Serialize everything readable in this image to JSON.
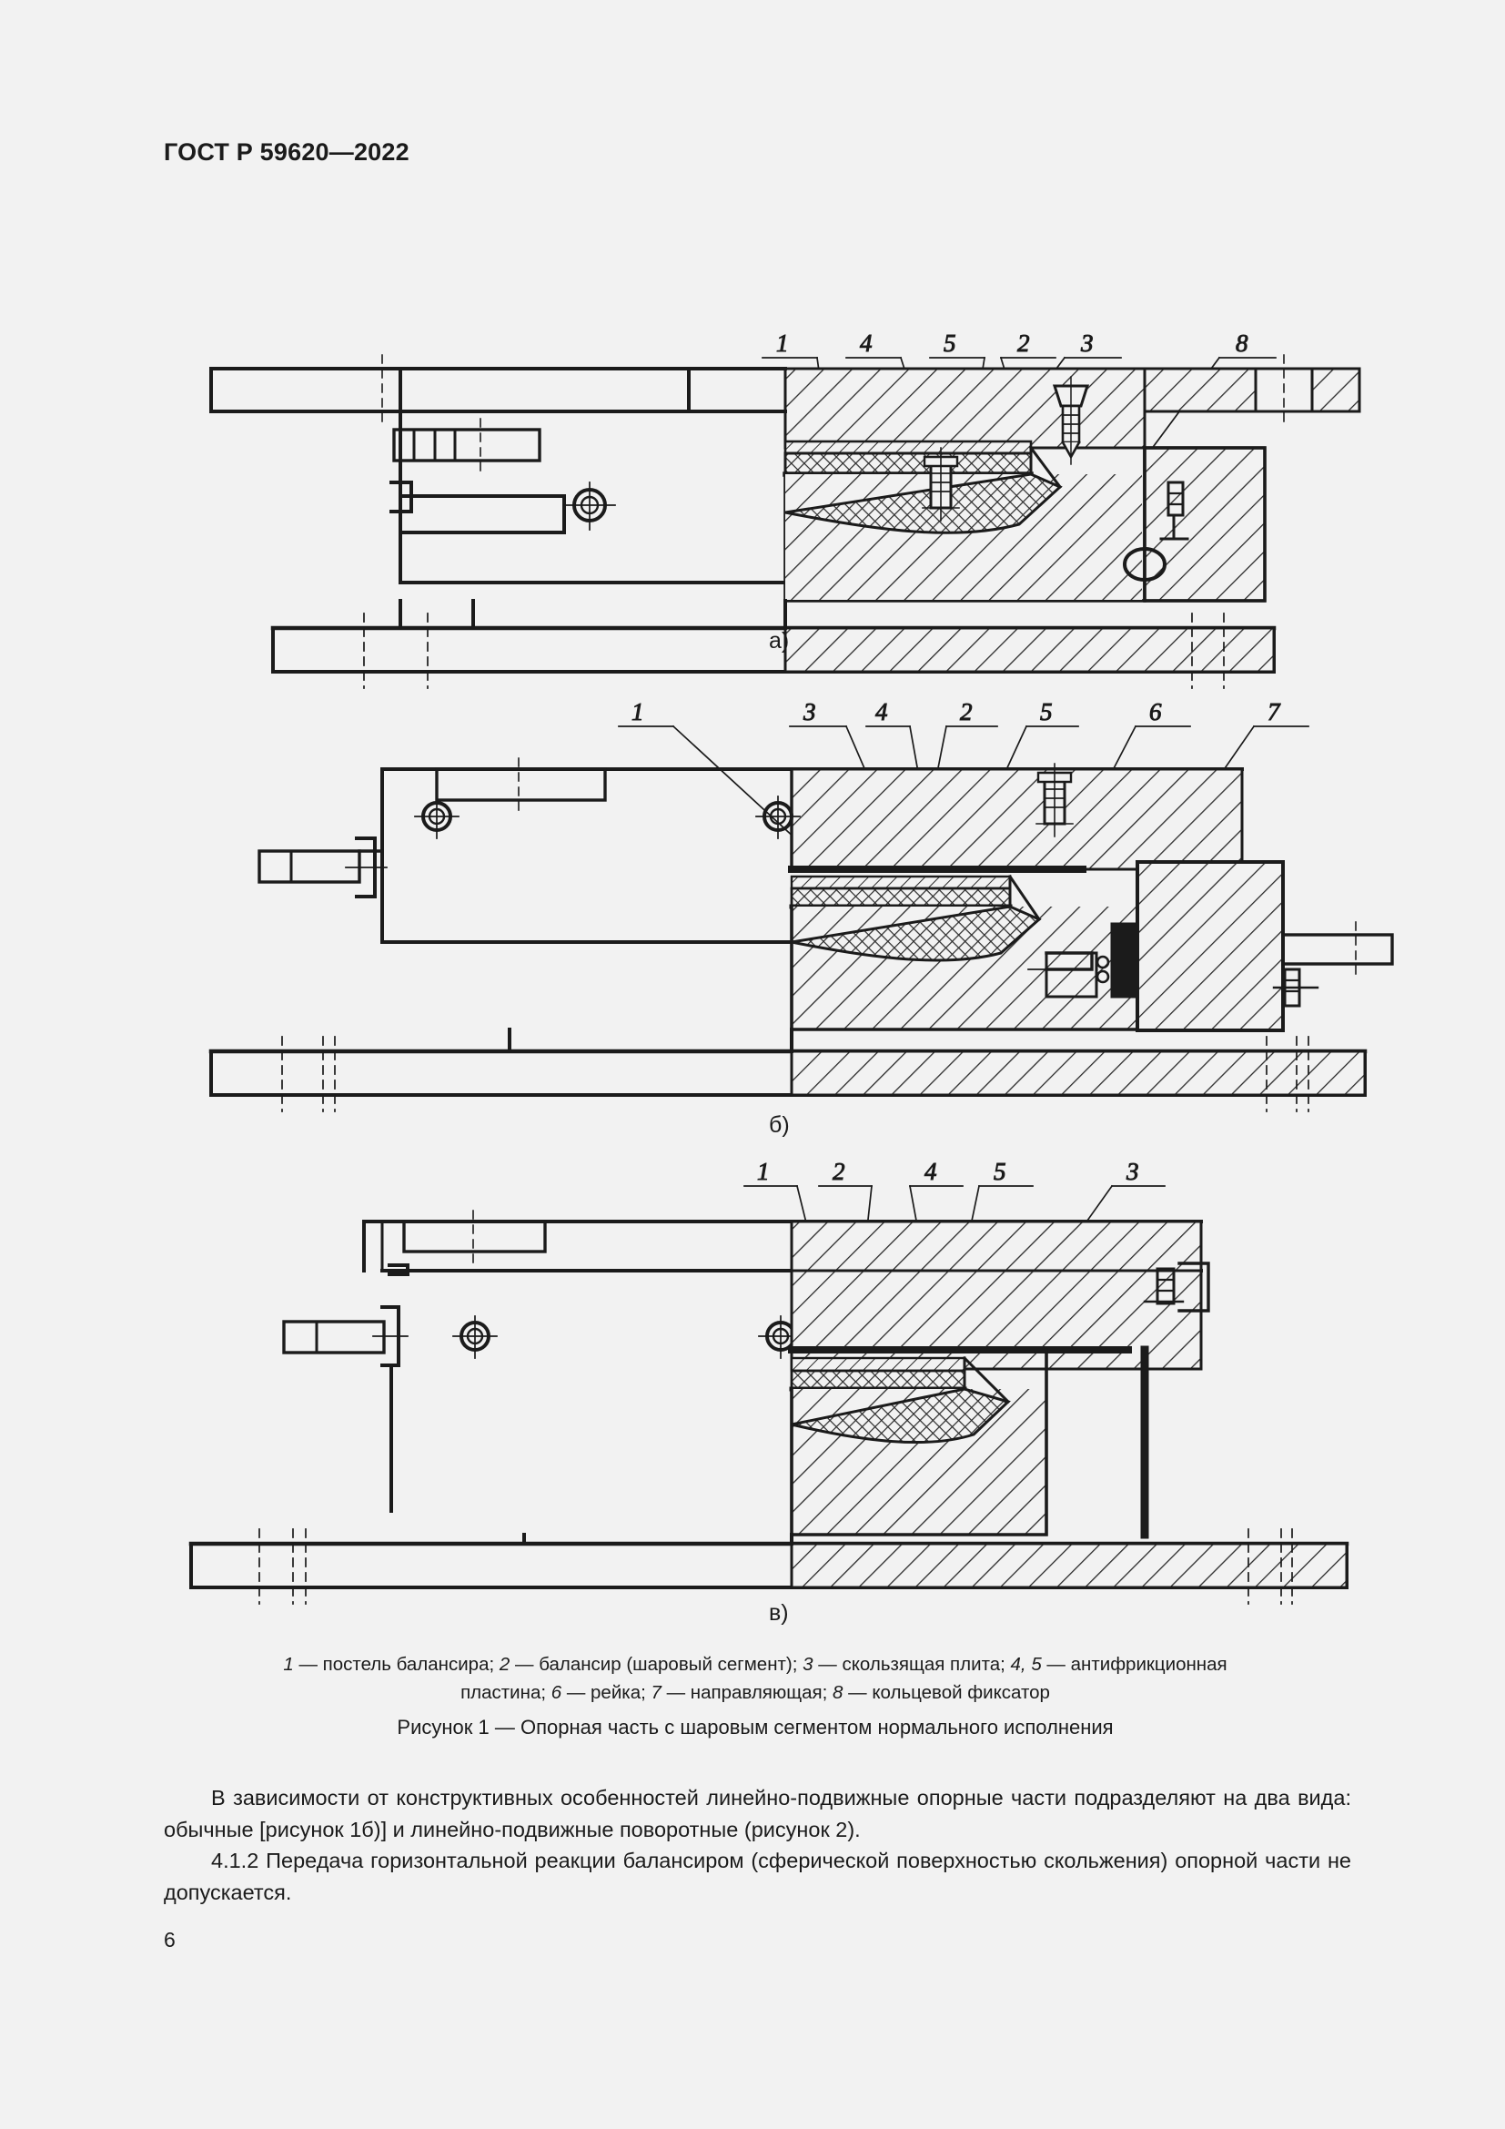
{
  "document": {
    "header": "ГОСТ Р 59620—2022",
    "page_number": "6"
  },
  "figure": {
    "panels": [
      {
        "id": "a",
        "label": "а)",
        "callouts": [
          "1",
          "4",
          "5",
          "2",
          "3",
          "8"
        ]
      },
      {
        "id": "b",
        "label": "б)",
        "callouts": [
          "1",
          "3",
          "4",
          "2",
          "5",
          "6",
          "7"
        ]
      },
      {
        "id": "c",
        "label": "в)",
        "callouts": [
          "1",
          "2",
          "4",
          "5",
          "3"
        ]
      }
    ],
    "legend_line1": "1 — постель балансира; 2 — балансир (шаровый сегмент); 3 — скользящая плита; 4, 5 — антифрикционная",
    "legend_line2": "пластина; 6 — рейка; 7 — направляющая; 8 — кольцевой фиксатор",
    "caption": "Рисунок 1 — Опорная часть с шаровым сегментом нормального исполнения",
    "legend_items": [
      {
        "num": "1",
        "text": "постель балансира"
      },
      {
        "num": "2",
        "text": "балансир (шаровый сегмент)"
      },
      {
        "num": "3",
        "text": "скользящая плита"
      },
      {
        "num": "4, 5",
        "text": "антифрикционная пластина"
      },
      {
        "num": "6",
        "text": "рейка"
      },
      {
        "num": "7",
        "text": "направляющая"
      },
      {
        "num": "8",
        "text": "кольцевой фиксатор"
      }
    ]
  },
  "body": {
    "paragraph1": "В зависимости от конструктивных особенностей линейно-подвижные опорные части подразделяют на два вида: обычные [рисунок 1б)] и линейно-подвижные поворотные (рисунок 2).",
    "paragraph2": "4.1.2 Передача горизонтальной реакции балансиром (сферической поверхностью скольжения) опорной части не допускается."
  },
  "colors": {
    "background": "#f2f2f2",
    "ink": "#1b1b1b",
    "hatch": "#2a2a2a"
  }
}
